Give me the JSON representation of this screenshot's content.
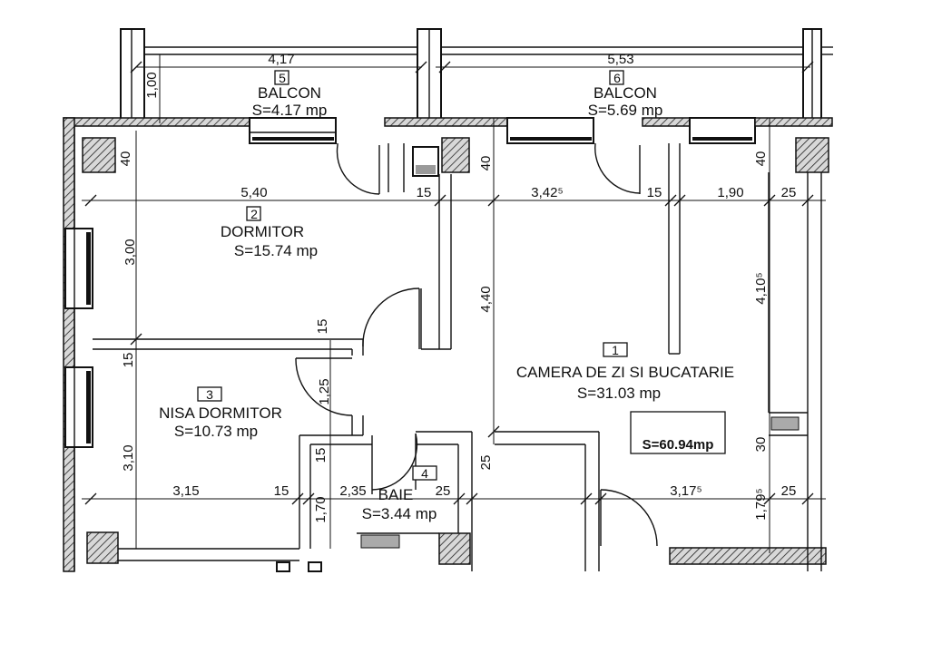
{
  "rooms": {
    "camera": {
      "number": "1",
      "name": "CAMERA DE ZI SI BUCATARIE",
      "area": "S=31.03 mp"
    },
    "dormitor": {
      "number": "2",
      "name": "DORMITOR",
      "area": "S=15.74 mp"
    },
    "nisa": {
      "number": "3",
      "name": "NISA DORMITOR",
      "area": "S=10.73 mp"
    },
    "baie": {
      "number": "4",
      "name": "BAIE",
      "area": "S=3.44 mp"
    },
    "balcon5": {
      "number": "5",
      "name": "BALCON",
      "area": "S=4.17 mp"
    },
    "balcon6": {
      "number": "6",
      "name": "BALCON",
      "area": "S=5.69 mp"
    }
  },
  "total_area": "S=60.94mp",
  "dimensions": {
    "d_4_17": "4,17",
    "d_5_53": "5,53",
    "d_1_00": "1,00",
    "d_40_a": "40",
    "d_40_b": "40",
    "d_40_c": "40",
    "d_5_40": "5,40",
    "d_15_a": "15",
    "d_3_42": "3,42⁵",
    "d_15_b": "15",
    "d_1_90": "1,90",
    "d_25_a": "25",
    "d_3_00": "3,00",
    "d_4_40": "4,40",
    "d_4_10": "4,10⁵",
    "d_15_c": "15",
    "d_15_d": "15",
    "d_1_25": "1,25",
    "d_3_10": "3,10",
    "d_15_e": "15",
    "d_25_b": "25",
    "d_30": "30",
    "d_3_15": "3,15",
    "d_15_f": "15",
    "d_1_70": "1,70",
    "d_2_35": "2,35",
    "d_25_c": "25",
    "d_3_17": "3,17⁵",
    "d_1_79": "1,79⁵",
    "d_25_d": "25"
  }
}
